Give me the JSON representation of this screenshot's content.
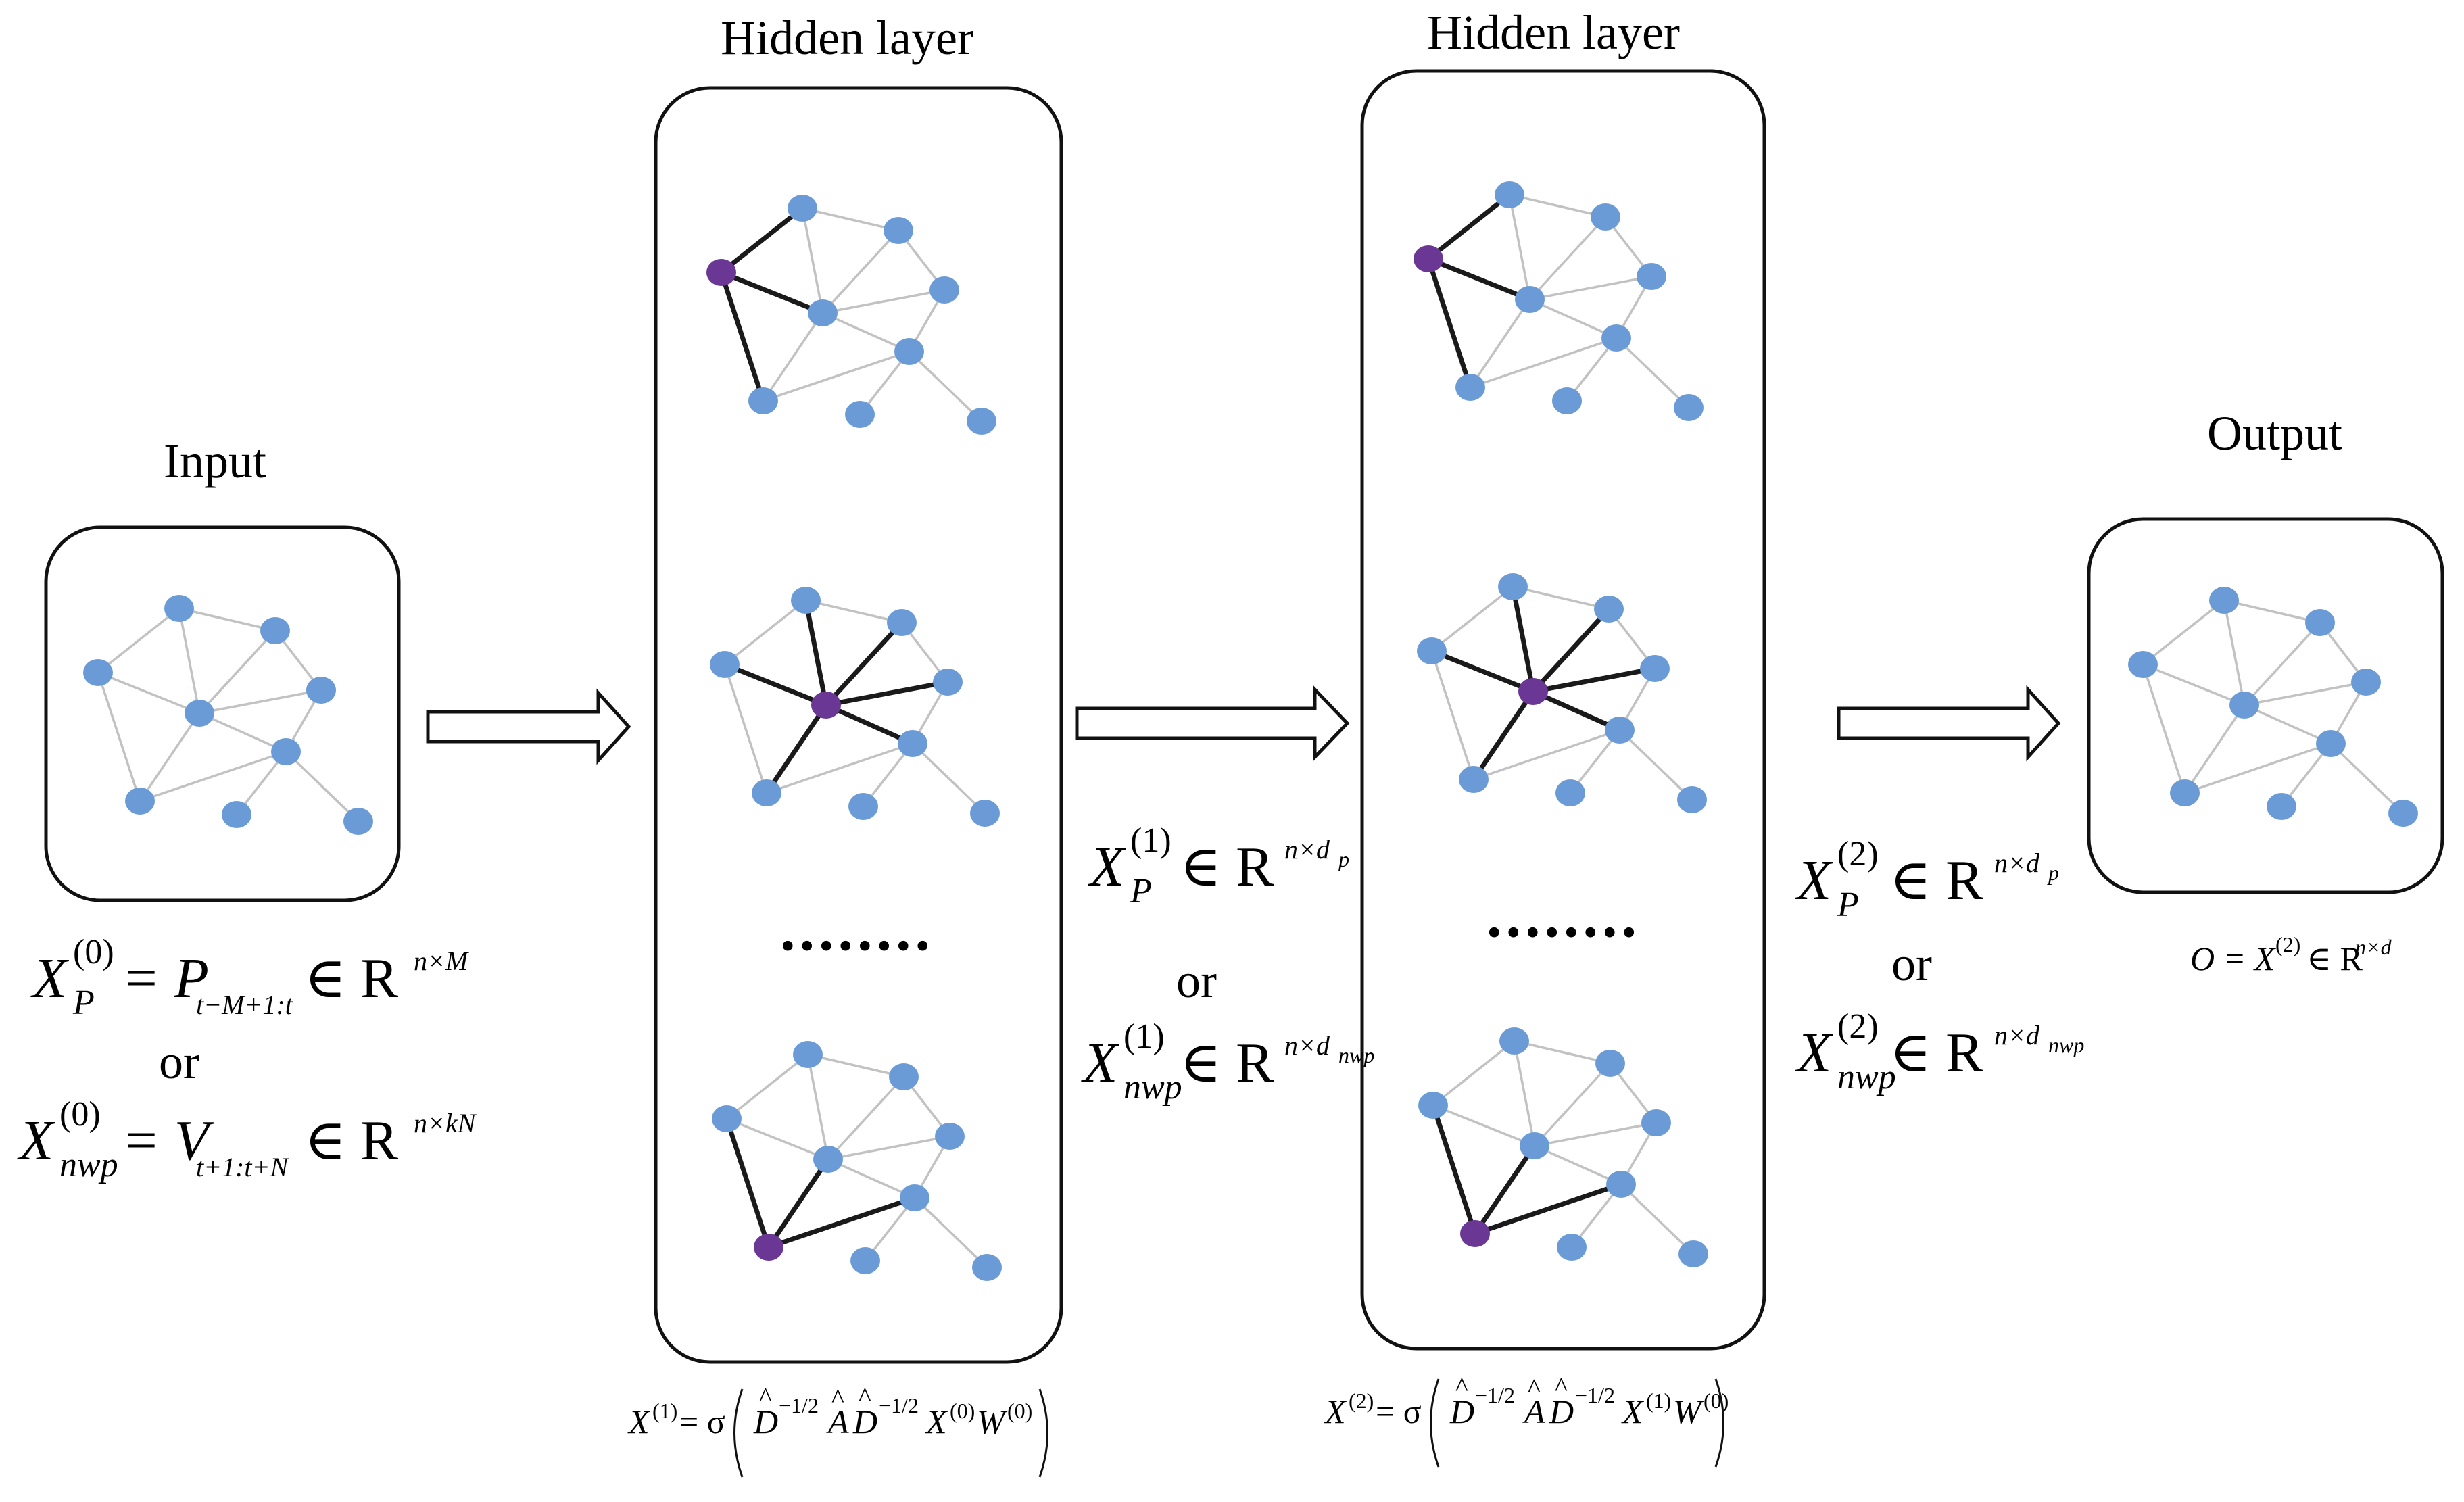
{
  "input": {
    "title": "Input",
    "eq1": {
      "lhs": "X",
      "sup": "(0)",
      "sub": "P",
      "rhs": "= P",
      "rhs_sub": "t−M+1:t",
      "in": "∈ R",
      "sup2": "n×M"
    },
    "or": "or",
    "eq2": {
      "lhs": "X",
      "sup": "(0)",
      "sub": "nwp",
      "rhs": "= V",
      "rhs_sub": "t+1:t+N",
      "in": "∈ R",
      "sup2": "n×kN"
    }
  },
  "hidden1": {
    "title": "Hidden layer",
    "dots": "........",
    "formula": {
      "lhs": "X",
      "sup": "(1)",
      "rhs": "= σ",
      "d1": "D",
      "e1": "−1/2",
      "a": "A",
      "d2": "D",
      "e2": "−1/2",
      "x": "X",
      "xsup": "(0)",
      "w": "W",
      "wsup": "(0)"
    }
  },
  "between1": {
    "eq1": {
      "lhs": "X",
      "sup": "(1)",
      "sub": "P",
      "in": "∈ R",
      "sup2": "n×d",
      "sup2sub": "p"
    },
    "or": "or",
    "eq2": {
      "lhs": "X",
      "sup": "(1)",
      "sub": "nwp",
      "in": "∈ R",
      "sup2": "n×d",
      "sup2sub": "nwp"
    }
  },
  "hidden2": {
    "title": "Hidden layer",
    "dots": "........",
    "formula": {
      "lhs": "X",
      "sup": "(2)",
      "rhs": "= σ",
      "d1": "D",
      "e1": "−1/2",
      "a": "A",
      "d2": "D",
      "e2": "−1/2",
      "x": "X",
      "xsup": "(1)",
      "w": "W",
      "wsup": "(0)"
    }
  },
  "between2": {
    "eq1": {
      "lhs": "X",
      "sup": "(2)",
      "sub": "P",
      "in": "∈ R",
      "sup2": "n×d",
      "sup2sub": "p"
    },
    "or": "or",
    "eq2": {
      "lhs": "X",
      "sup": "(2)",
      "sub": "nwp",
      "in": "∈ R",
      "sup2": "n×d",
      "sup2sub": "nwp"
    }
  },
  "output": {
    "title": "Output",
    "eq": {
      "lhs": "O = X",
      "sup": "(2)",
      "in": "∈ R",
      "sup2": "n×d"
    }
  },
  "colors": {
    "node": "#6b9bd6",
    "highlight_node": "#6a3795",
    "edge": "#c2c2c2",
    "highlight_edge": "#1a1a1a"
  }
}
